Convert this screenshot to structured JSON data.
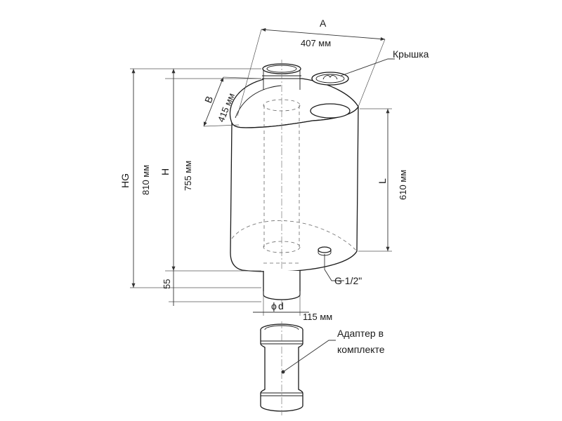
{
  "dimensions": {
    "a_letter": "A",
    "a_value": "407 мм",
    "b_letter": "B",
    "b_value": "415 мм",
    "hg_letter": "HG",
    "hg_value": "810 мм",
    "h_letter": "H",
    "h_value": "755 мм",
    "l_letter": "L",
    "l_value": "610 мм",
    "bottom_value": "55",
    "d_letter": "d",
    "d_symbol": "ϕ",
    "d_value": "115 мм"
  },
  "callouts": {
    "lid": "Крышка",
    "thread": "G 1/2\"",
    "adapter_line1": "Адаптер в",
    "adapter_line2": "комплекте"
  }
}
